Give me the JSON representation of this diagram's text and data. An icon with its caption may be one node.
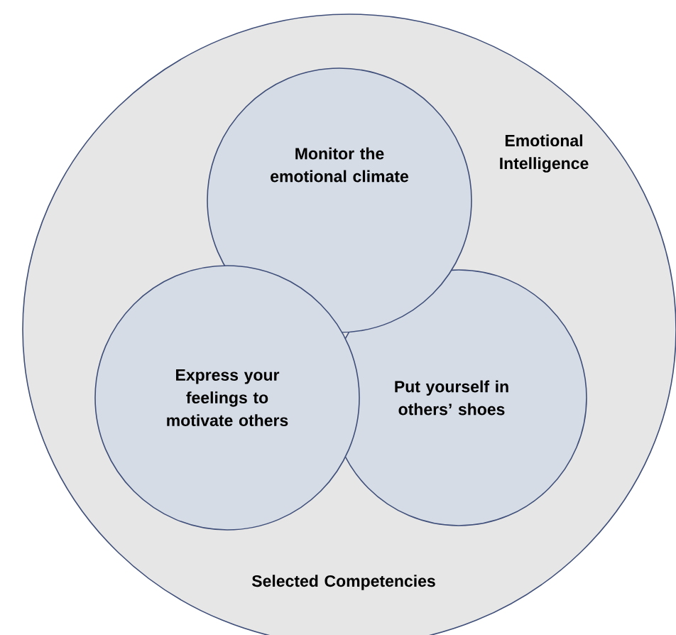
{
  "diagram": {
    "nodes": [
      {
        "text": [
          "Emotional Intelligence",
          "Selected Competencies"
        ]
      },
      {
        "text": [
          "Monitor the emotional climate"
        ],
        "in": 0
      },
      {
        "text": [
          "Express your feelings to motivate others"
        ],
        "in": 0
      },
      {
        "text": [
          "Put yourself in others’ shoes"
        ],
        "in": 0
      }
    ]
  }
}
